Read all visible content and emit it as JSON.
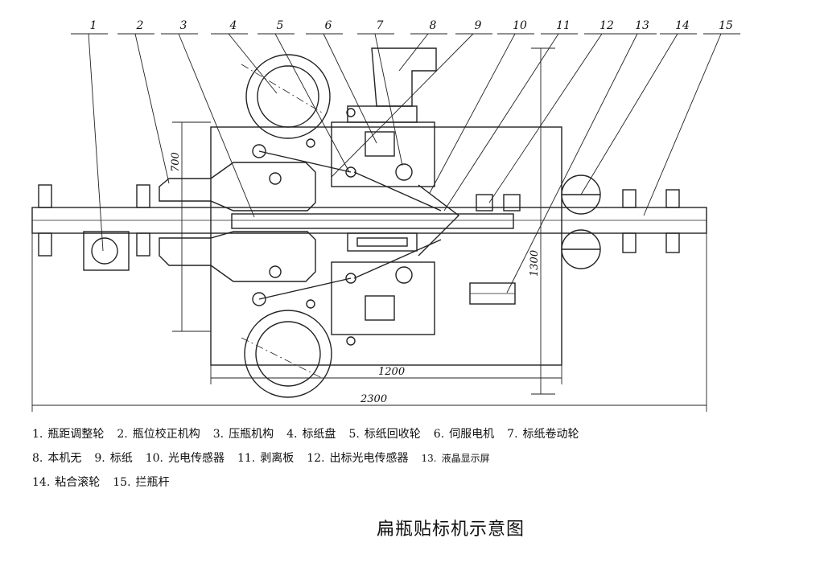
{
  "callouts": [
    {
      "no": "1",
      "label": "瓶距调整轮"
    },
    {
      "no": "2",
      "label": "瓶位校正机构"
    },
    {
      "no": "3",
      "label": "压瓶机构"
    },
    {
      "no": "4",
      "label": "标纸盘"
    },
    {
      "no": "5",
      "label": "标纸回收轮"
    },
    {
      "no": "6",
      "label": "伺服电机"
    },
    {
      "no": "7",
      "label": "标纸卷动轮"
    },
    {
      "no": "8",
      "label": "本机无"
    },
    {
      "no": "9",
      "label": "标纸"
    },
    {
      "no": "10",
      "label": "光电传感器"
    },
    {
      "no": "11",
      "label": "剥离板"
    },
    {
      "no": "12",
      "label": "出标光电传感器"
    },
    {
      "no": "13",
      "label": "液晶显示屏"
    },
    {
      "no": "14",
      "label": "粘合滚轮"
    },
    {
      "no": "15",
      "label": "拦瓶杆"
    }
  ],
  "dimensions": {
    "overall_length": "2300",
    "body_length": "1200",
    "height_left": "700",
    "height_right": "1300"
  },
  "title": "扁瓶贴标机示意图"
}
